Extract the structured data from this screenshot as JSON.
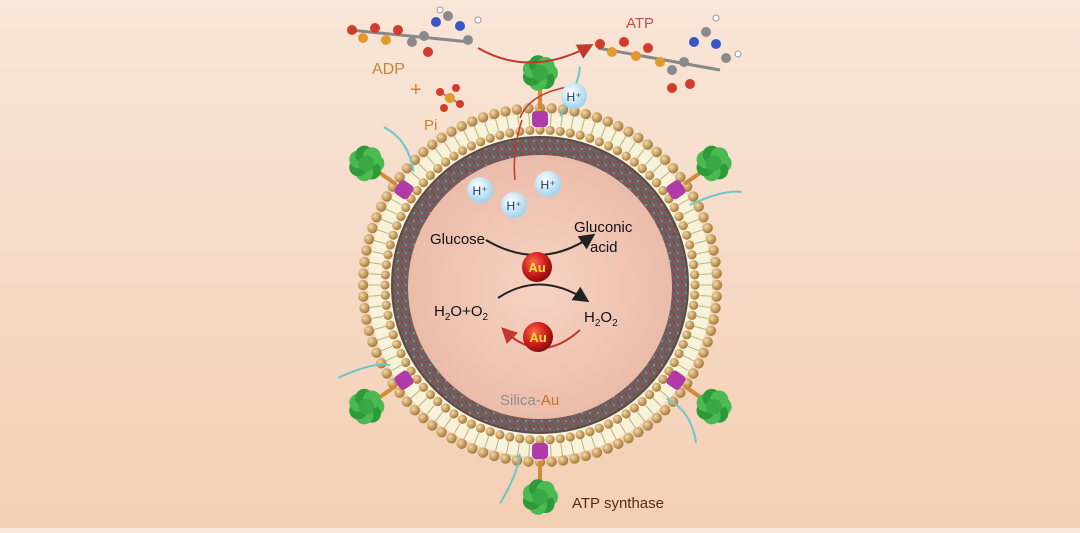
{
  "top": {
    "adp_label": "ADP",
    "plus_sign": "+",
    "pi_label": "Pi",
    "atp_label": "ATP"
  },
  "protons": {
    "outside_label": "H⁺",
    "inside_labels": [
      "H⁺",
      "H⁺",
      "H⁺"
    ]
  },
  "core": {
    "glucose": "Glucose",
    "gluconic_line1": "Gluconic",
    "gluconic_line2": "acid",
    "catalyst": "Au",
    "reactant_left": "H",
    "reactant_left_sub1": "2",
    "reactant_left_mid": "O+O",
    "reactant_left_sub2": "2",
    "product_right": "H",
    "product_right_sub1": "2",
    "product_right_mid": "O",
    "product_right_sub2": "2",
    "silica_label": "Silica-",
    "silica_au_label": "Au"
  },
  "enzyme": {
    "label": "ATP synthase"
  },
  "colors": {
    "adp_text": "#c8843c",
    "pi_text": "#c8843c",
    "atp_text": "#c0504d",
    "arrow_red": "#c0392b",
    "au_sphere": "#d01e1e",
    "au_text": "#f6e33a",
    "proton_fill": "#bfe3f3",
    "silica_text": "#8e8e8e",
    "silica_au_text": "#d2691e",
    "head_group": "#c79a5c",
    "synthase_green": "#2e9a3a",
    "synthase_magenta": "#b03aa8"
  }
}
